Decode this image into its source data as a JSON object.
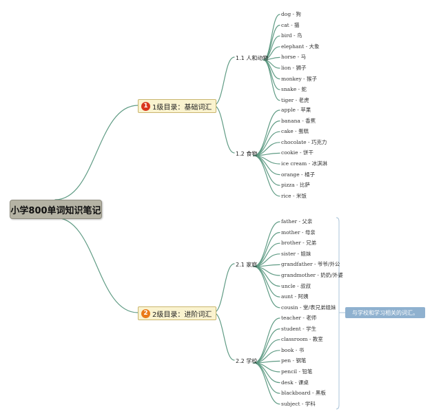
{
  "root": {
    "title": "小学800单词知识笔记"
  },
  "sections": [
    {
      "number": "1",
      "title": "1级目录：基础词汇",
      "groups": [
        {
          "label": "1.1 人和动物",
          "items": [
            "dog - 狗",
            "cat - 猫",
            "bird - 鸟",
            "elephant - 大象",
            "horse - 马",
            "lion - 狮子",
            "monkey - 猴子",
            "snake - 蛇",
            "tiger - 老虎"
          ]
        },
        {
          "label": "1.2 食物",
          "items": [
            "apple - 苹果",
            "banana - 香蕉",
            "cake - 蛋糕",
            "chocolate - 巧克力",
            "cookie - 饼干",
            "ice cream - 冰淇淋",
            "orange - 橘子",
            "pizza - 比萨",
            "rice - 米饭"
          ]
        }
      ]
    },
    {
      "number": "2",
      "title": "2级目录：进阶词汇",
      "groups": [
        {
          "label": "2.1 家庭",
          "items": [
            "father - 父亲",
            "mother - 母亲",
            "brother - 兄弟",
            "sister - 姐妹",
            "grandfather - 爷爷/外公",
            "grandmother - 奶奶/外婆",
            "uncle - 叔叔",
            "aunt - 阿姨",
            "cousin - 堂/表兄弟姐妹"
          ]
        },
        {
          "label": "2.2 学校",
          "items": [
            "teacher - 老师",
            "student - 学生",
            "classroom - 教室",
            "book - 书",
            "pen - 钢笔",
            "pencil - 铅笔",
            "desk - 课桌",
            "blackboard - 黑板",
            "subject - 学科"
          ]
        }
      ]
    }
  ],
  "note": {
    "text": "与学校和学习相关的词汇。"
  },
  "colors": {
    "branch": "#5f9b84",
    "note_bracket": "#a9c3d8"
  }
}
